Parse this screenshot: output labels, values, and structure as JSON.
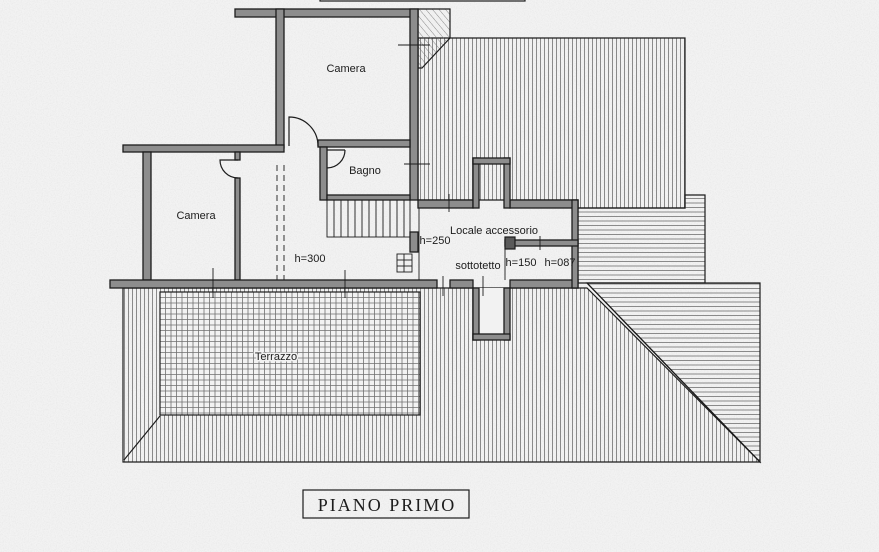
{
  "title": "PIANO PRIMO",
  "rooms": {
    "camera_top": "Camera",
    "bagno": "Bagno",
    "camera_left": "Camera",
    "terrazzo": "Terrazzo",
    "locale_line1": "Locale accessorio",
    "locale_line2": "sottotetto"
  },
  "heights": {
    "corridor": "h=300",
    "locale": "h=250",
    "sottotetto_mid": "h=150",
    "sottotetto_low": "h=087"
  },
  "colors": {
    "paper": "#f2f2f2",
    "wall": "#8d8d8d",
    "ink": "#1c1c1c",
    "hatch": "#707070"
  }
}
